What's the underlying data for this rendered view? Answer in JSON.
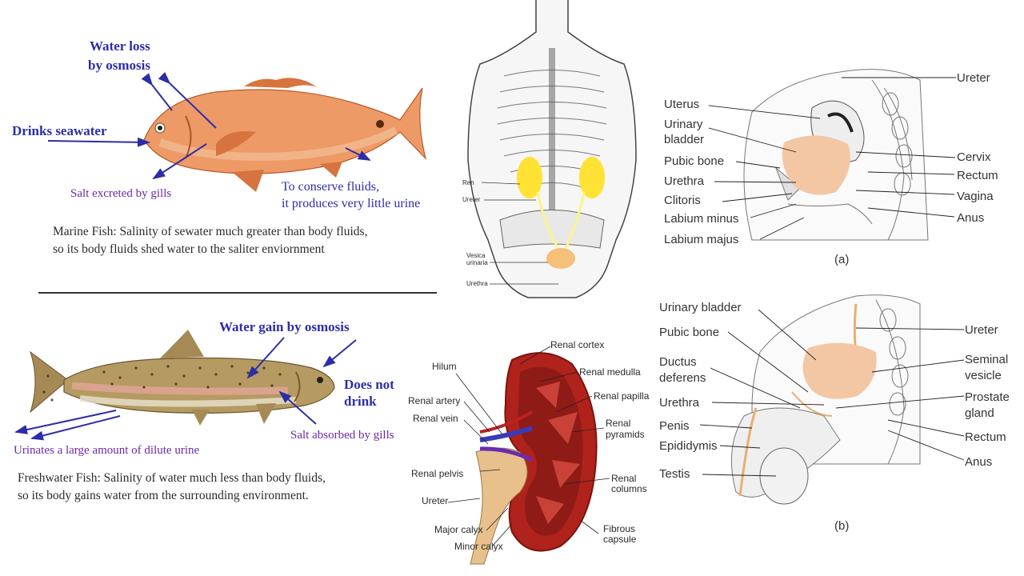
{
  "marine": {
    "water_loss_1": "Water loss",
    "water_loss_2": "by osmosis",
    "drinks": "Drinks seawater",
    "salt_gills": "Salt excreted by gills",
    "conserve_1": "To conserve fluids,",
    "conserve_2": "it produces very little urine",
    "caption_1": "Marine Fish: Salinity of sewater much greater than body fluids,",
    "caption_2": "so its body fluids shed water to the saliter enviornment"
  },
  "freshwater": {
    "water_gain": "Water gain by osmosis",
    "no_drink_1": "Does not",
    "no_drink_2": "drink",
    "salt_absorbed": "Salt absorbed by gills",
    "urinates": "Urinates a large amount of dilute urine",
    "caption_1": "Freshwater Fish: Salinity of water much less than body fluids,",
    "caption_2": "so its body gains water from the surrounding environment."
  },
  "torso": {
    "ren": "Ren",
    "ureter": "Ureter",
    "vesica_1": "Vesica",
    "vesica_2": "urinaria",
    "urethra": "Urethra"
  },
  "kidney": {
    "renal_cortex": "Renal cortex",
    "hilum": "Hilum",
    "renal_medulla": "Renal medulla",
    "renal_artery": "Renal artery",
    "renal_papilla": "Renal papilla",
    "renal_vein": "Renal vein",
    "renal_pyramids_1": "Renal",
    "renal_pyramids_2": "pyramids",
    "renal_pelvis": "Renal pelvis",
    "renal_columns_1": "Renal",
    "renal_columns_2": "columns",
    "ureter": "Ureter",
    "major_calyx": "Major calyx",
    "minor_calyx": "Minor calyx",
    "fibrous_1": "Fibrous",
    "fibrous_2": "capsule"
  },
  "female": {
    "uterus": "Uterus",
    "urinary_1": "Urinary",
    "urinary_2": "bladder",
    "pubic_bone": "Pubic bone",
    "urethra": "Urethra",
    "clitoris": "Clitoris",
    "labium_minus": "Labium minus",
    "labium_majus": "Labium majus",
    "ureter": "Ureter",
    "cervix": "Cervix",
    "rectum": "Rectum",
    "vagina": "Vagina",
    "anus": "Anus",
    "tag": "(a)"
  },
  "male": {
    "urinary_bladder": "Urinary bladder",
    "pubic_bone": "Pubic bone",
    "ductus_1": "Ductus",
    "ductus_2": "deferens",
    "urethra": "Urethra",
    "penis": "Penis",
    "epididymis": "Epididymis",
    "testis": "Testis",
    "ureter": "Ureter",
    "seminal_1": "Seminal",
    "seminal_2": "vesicle",
    "prostate_1": "Prostate",
    "prostate_2": "gland",
    "rectum": "Rectum",
    "anus": "Anus",
    "tag": "(b)"
  },
  "colors": {
    "arrow_blue": "#2b2ea8",
    "label_purple": "#6a2aa8",
    "kidney_red": "#b0221c",
    "bladder_peach": "#f4c7a4",
    "kidney_yellow": "#ffe233"
  }
}
